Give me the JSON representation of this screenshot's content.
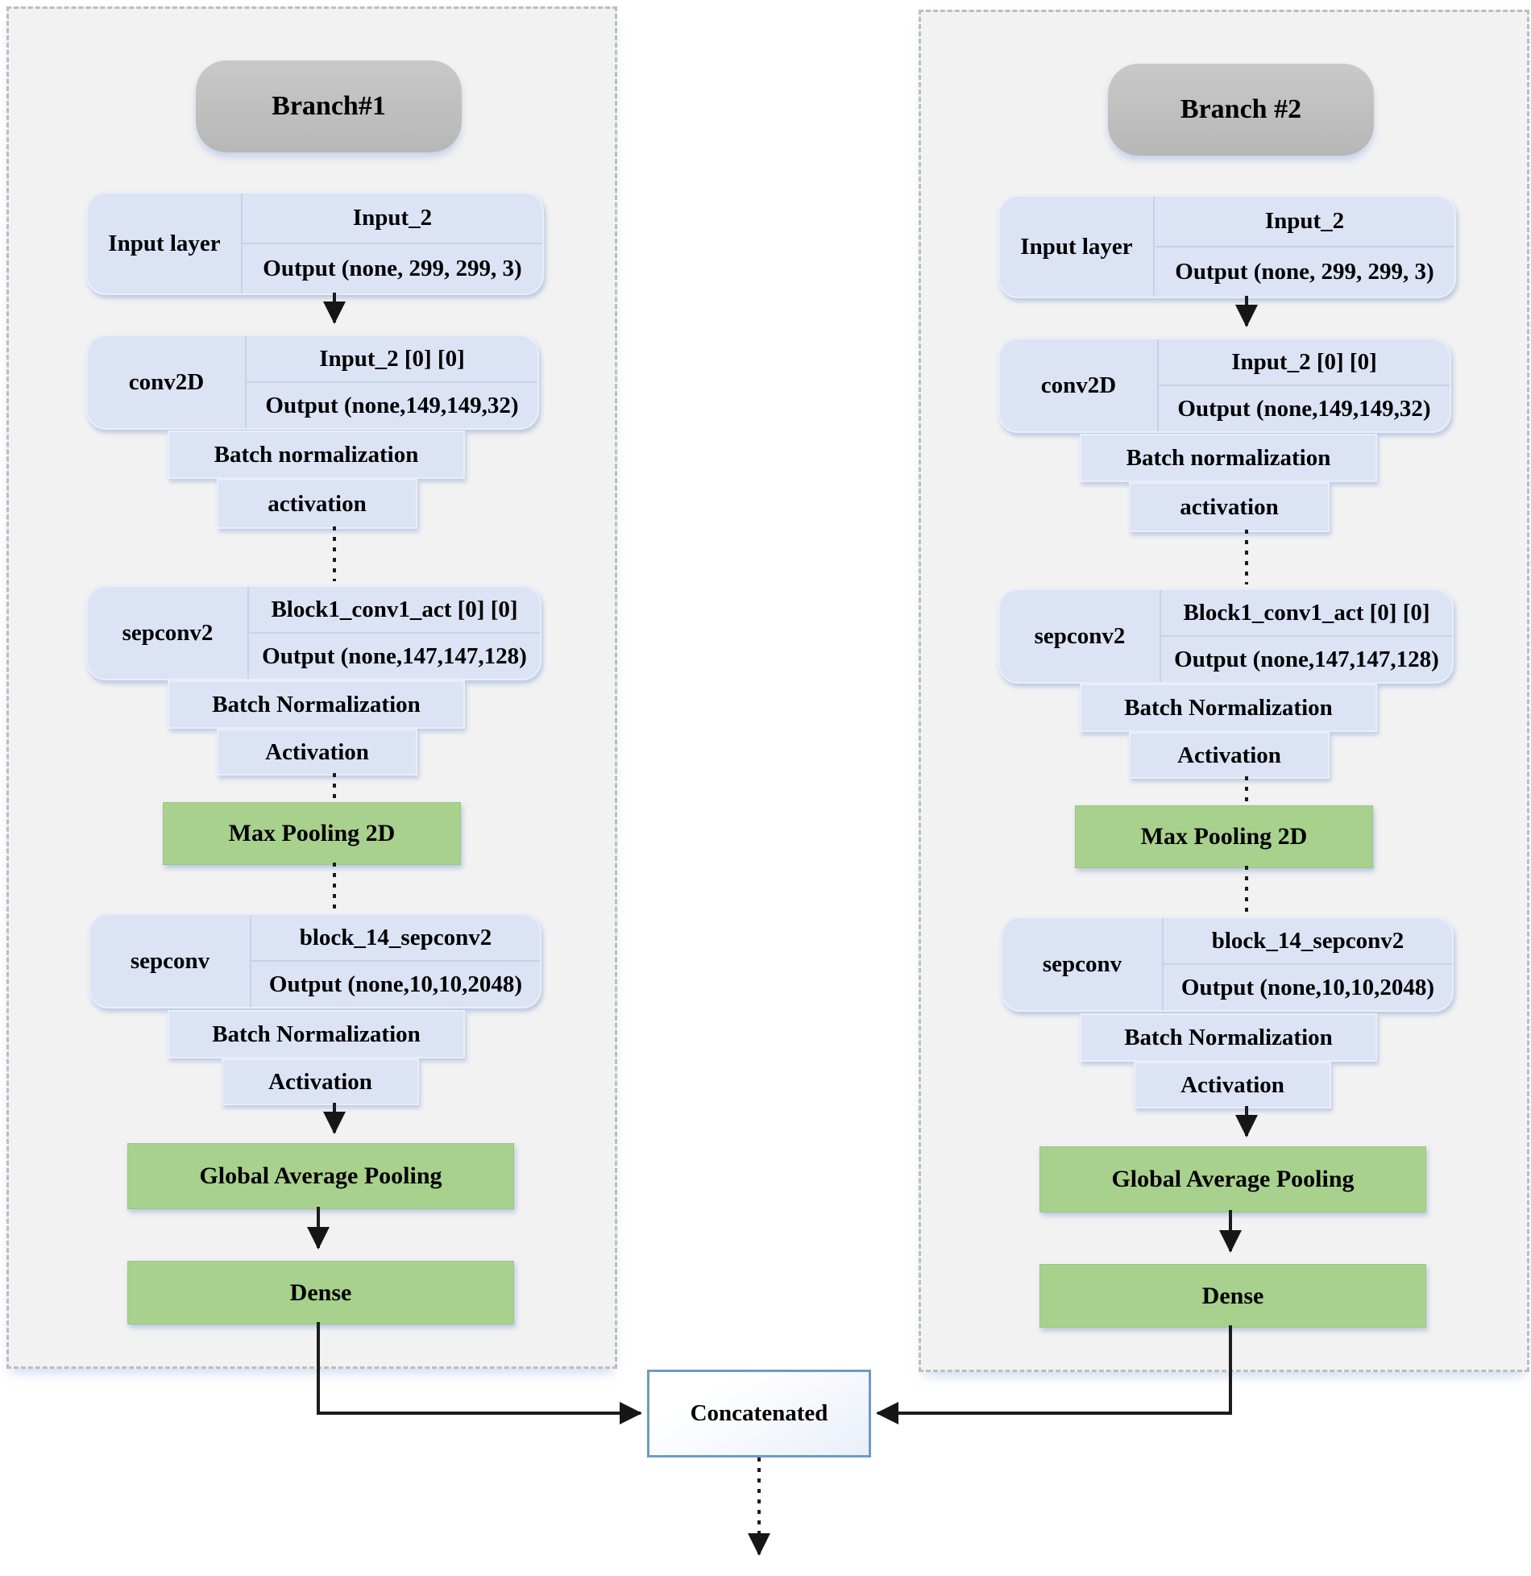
{
  "branch1": {
    "title": "Branch#1",
    "input": {
      "label": "Input layer",
      "name": "Input_2",
      "output": "Output (none, 299, 299, 3)"
    },
    "conv": {
      "label": "conv2D",
      "name": "Input_2 [0] [0]",
      "output": "Output (none,149,149,32)"
    },
    "bn1": "Batch normalization",
    "act1": "activation",
    "sepconv2": {
      "label": "sepconv2",
      "name": "Block1_conv1_act [0] [0]",
      "output": "Output (none,147,147,128)"
    },
    "bn2": "Batch Normalization",
    "act2": "Activation",
    "maxpool": "Max Pooling 2D",
    "sepconv": {
      "label": "sepconv",
      "name": "block_14_sepconv2",
      "output": "Output (none,10,10,2048)"
    },
    "bn3": "Batch Normalization",
    "act3": "Activation",
    "gap": "Global Average Pooling",
    "dense": "Dense"
  },
  "branch2": {
    "title": "Branch #2",
    "input": {
      "label": "Input layer",
      "name": "Input_2",
      "output": "Output (none, 299, 299, 3)"
    },
    "conv": {
      "label": "conv2D",
      "name": "Input_2 [0] [0]",
      "output": "Output (none,149,149,32)"
    },
    "bn1": "Batch normalization",
    "act1": "activation",
    "sepconv2": {
      "label": "sepconv2",
      "name": "Block1_conv1_act [0] [0]",
      "output": "Output (none,147,147,128)"
    },
    "bn2": "Batch Normalization",
    "act2": "Activation",
    "maxpool": "Max Pooling 2D",
    "sepconv": {
      "label": "sepconv",
      "name": "block_14_sepconv2",
      "output": "Output (none,10,10,2048)"
    },
    "bn3": "Batch Normalization",
    "act3": "Activation",
    "gap": "Global Average Pooling",
    "dense": "Dense"
  },
  "concatenated": {
    "label": "Concatenated"
  },
  "palette": {
    "container-bg": "#f2f2f2",
    "container-border": "#bdbdbd",
    "header-gray": "#b7b7b7",
    "box-lavender": "#dbe3f5",
    "box-divider": "#c9d2e4",
    "green": "#a9d18e",
    "concat-border": "#6d9bc9",
    "line-black": "#1c1c1c"
  }
}
